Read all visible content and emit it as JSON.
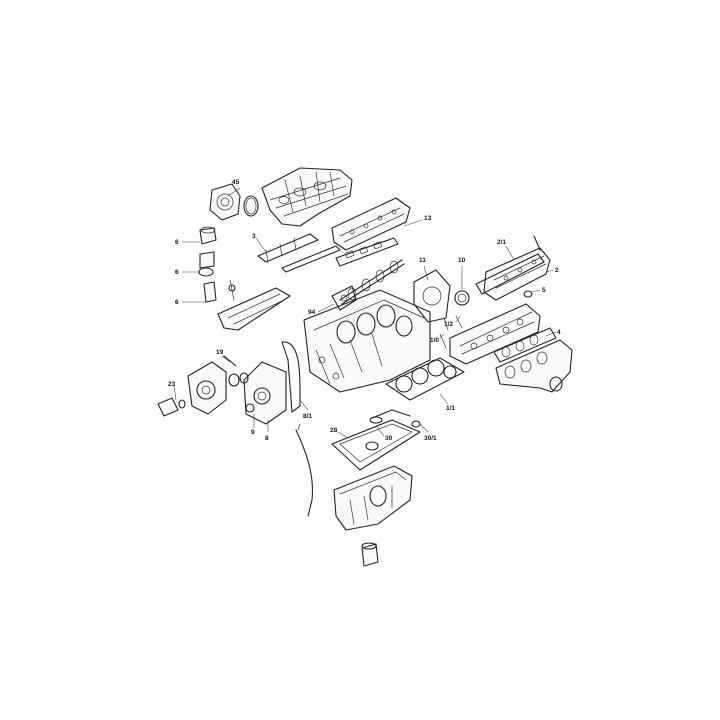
{
  "labels": {
    "l45": "45",
    "l13": "13",
    "l6a": "6",
    "l6b": "6",
    "l6c": "6",
    "l3": "3",
    "l21": "2/1",
    "l2": "2",
    "l11": "11",
    "l10": "10",
    "l5": "5",
    "l94": "94",
    "l12": "1/2",
    "l4": "4",
    "l10b": "1/0",
    "l19": "19",
    "l23": "23",
    "l11b": "1/1",
    "l9": "9",
    "l8": "8",
    "l81": "8/1",
    "l28": "28",
    "l30": "30",
    "l301": "30/1"
  }
}
